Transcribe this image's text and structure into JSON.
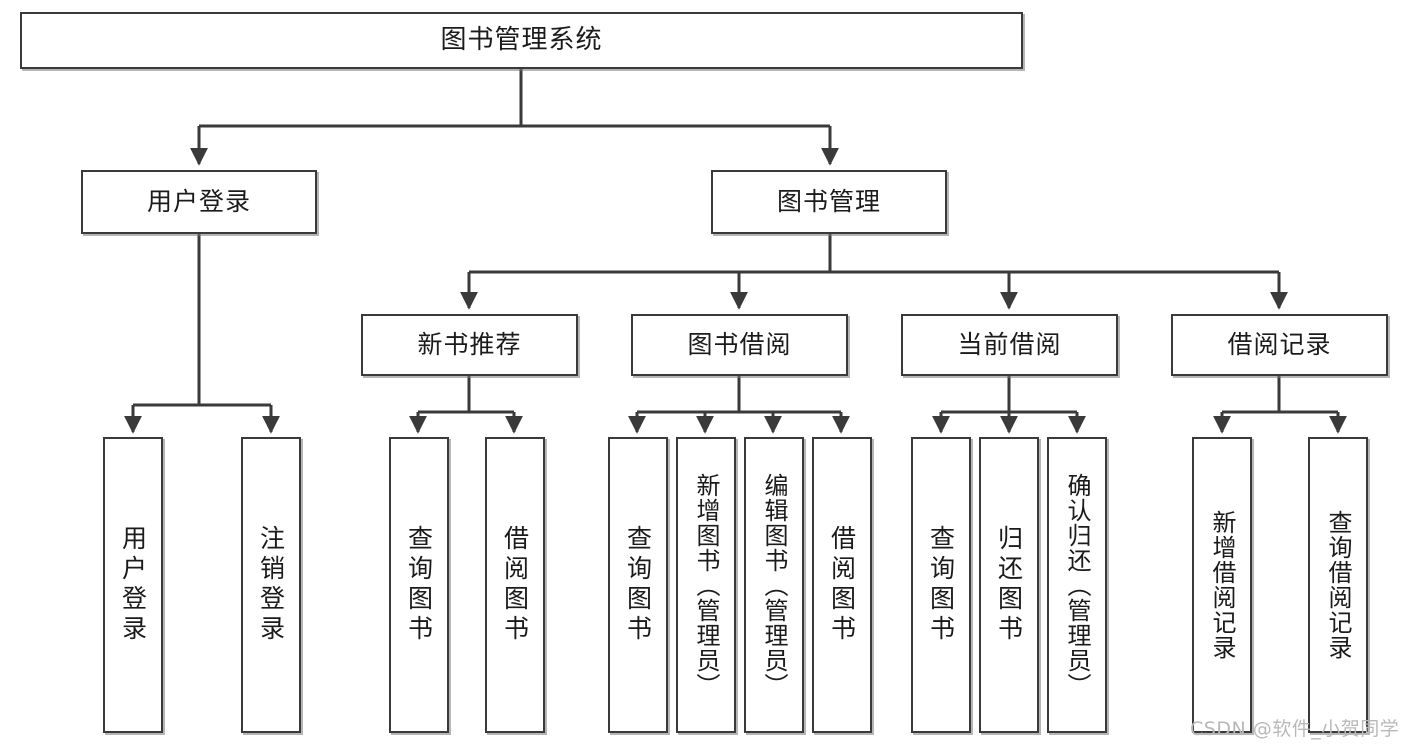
{
  "diagram": {
    "type": "hierarchy-tree",
    "title": "图书管理系统",
    "root": {
      "label": "图书管理系统"
    },
    "level1": [
      {
        "label": "用户登录"
      },
      {
        "label": "图书管理"
      }
    ],
    "level2": [
      {
        "label": "新书推荐",
        "parent": "图书管理"
      },
      {
        "label": "图书借阅",
        "parent": "图书管理"
      },
      {
        "label": "当前借阅",
        "parent": "图书管理"
      },
      {
        "label": "借阅记录",
        "parent": "图书管理"
      }
    ],
    "leaves": {
      "user_login": [
        {
          "label": "用户登录"
        },
        {
          "label": "注销登录"
        }
      ],
      "new_book_recommend": [
        {
          "label": "查询图书"
        },
        {
          "label": "借阅图书"
        }
      ],
      "book_borrow": [
        {
          "label": "查询图书"
        },
        {
          "label": "新增图书（管理员）"
        },
        {
          "label": "编辑图书（管理员）"
        },
        {
          "label": "借阅图书"
        }
      ],
      "current_borrow": [
        {
          "label": "查询图书"
        },
        {
          "label": "归还图书"
        },
        {
          "label": "确认归还（管理员）"
        }
      ],
      "borrow_record": [
        {
          "label": "新增借阅记录"
        },
        {
          "label": "查询借阅记录"
        }
      ]
    }
  },
  "watermark": {
    "text": "CSDN @软件_小贺同学"
  },
  "colors": {
    "box_border": "#3a3a3a",
    "box_fill": "#ffffff",
    "connector": "#3a3a3a",
    "text": "#1b1b1b",
    "watermark": "#b9b9b9"
  }
}
